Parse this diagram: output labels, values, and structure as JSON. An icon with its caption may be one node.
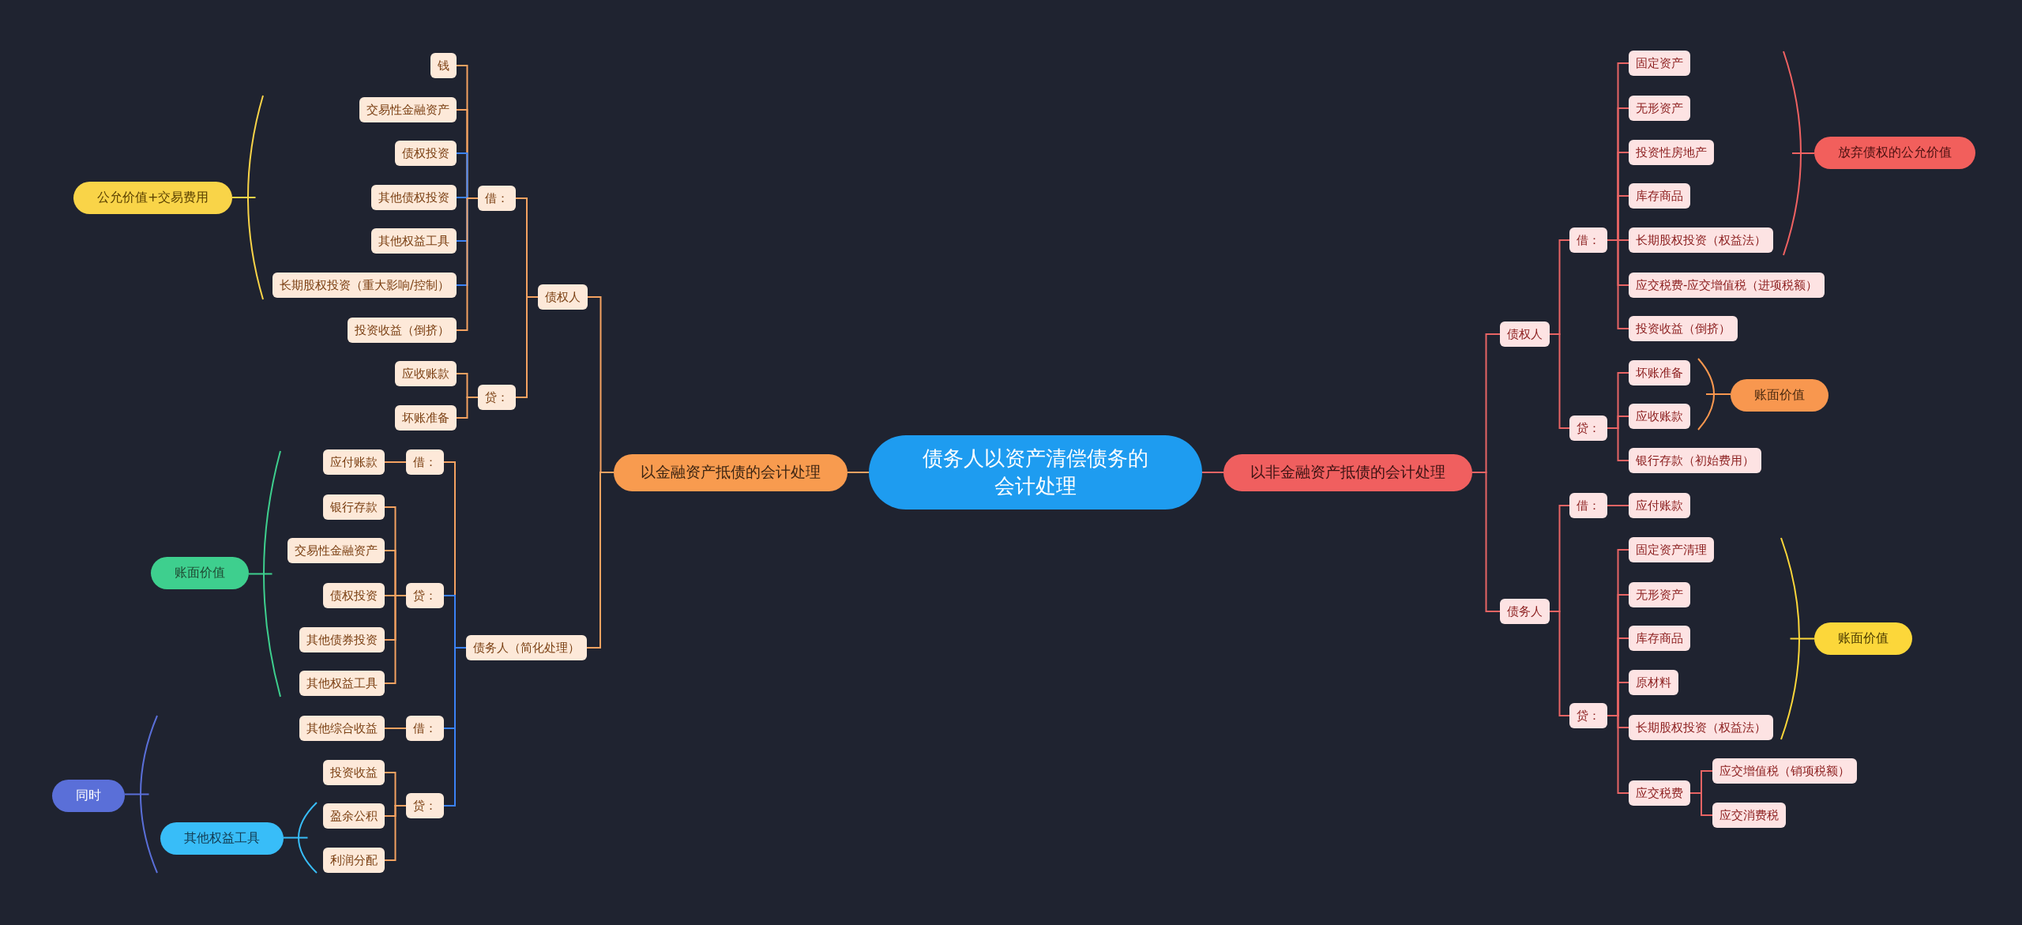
{
  "diagram": {
    "nodes": [
      {
        "text": [
          "债务人以资产清偿债务的会计处理"
        ]
      },
      {
        "text": [
          "以金融资产抵债的会计处理"
        ]
      },
      {
        "text": [
          "以非金融资产抵债的会计处理"
        ]
      },
      {
        "text": [
          "公允价值+交易费用"
        ]
      },
      {
        "text": [
          "钱"
        ]
      },
      {
        "text": [
          "交易性金融资产"
        ]
      },
      {
        "text": [
          "债权投资"
        ]
      },
      {
        "text": [
          "其他债权投资"
        ]
      },
      {
        "text": [
          "其他权益工具"
        ]
      },
      {
        "text": [
          "长期股权投资（重大影响/控制）"
        ]
      },
      {
        "text": [
          "投资收益（倒挤）"
        ]
      },
      {
        "text": [
          "应收账款"
        ]
      },
      {
        "text": [
          "坏账准备"
        ]
      },
      {
        "text": [
          "借："
        ]
      },
      {
        "text": [
          "贷："
        ]
      },
      {
        "text": [
          "债权人"
        ]
      },
      {
        "text": [
          "账面价值"
        ]
      },
      {
        "text": [
          "应付账款"
        ]
      },
      {
        "text": [
          "银行存款"
        ]
      },
      {
        "text": [
          "交易性金融资产"
        ]
      },
      {
        "text": [
          "债权投资"
        ]
      },
      {
        "text": [
          "其他债券投资"
        ]
      },
      {
        "text": [
          "其他权益工具"
        ]
      },
      {
        "text": [
          "其他综合收益"
        ]
      },
      {
        "text": [
          "投资收益"
        ]
      },
      {
        "text": [
          "盈余公积"
        ]
      },
      {
        "text": [
          "利润分配"
        ]
      },
      {
        "text": [
          "借："
        ]
      },
      {
        "text": [
          "贷："
        ]
      },
      {
        "text": [
          "借："
        ]
      },
      {
        "text": [
          "贷："
        ]
      },
      {
        "text": [
          "债务人（简化处理）"
        ]
      },
      {
        "text": [
          "同时"
        ]
      },
      {
        "text": [
          "其他权益工具"
        ]
      },
      {
        "text": [
          "债权人"
        ]
      },
      {
        "text": [
          "借："
        ]
      },
      {
        "text": [
          "贷："
        ]
      },
      {
        "text": [
          "固定资产"
        ]
      },
      {
        "text": [
          "无形资产"
        ]
      },
      {
        "text": [
          "投资性房地产"
        ]
      },
      {
        "text": [
          "库存商品"
        ]
      },
      {
        "text": [
          "长期股权投资（权益法）"
        ]
      },
      {
        "text": [
          "应交税费-应交增值税（进项税额）"
        ]
      },
      {
        "text": [
          "投资收益（倒挤）"
        ]
      },
      {
        "text": [
          "放弃债权的公允价值"
        ]
      },
      {
        "text": [
          "坏账准备"
        ]
      },
      {
        "text": [
          "应收账款"
        ]
      },
      {
        "text": [
          "银行存款（初始费用）"
        ]
      },
      {
        "text": [
          "账面价值"
        ]
      },
      {
        "text": [
          "债务人"
        ]
      },
      {
        "text": [
          "借："
        ]
      },
      {
        "text": [
          "贷："
        ]
      },
      {
        "text": [
          "应付账款"
        ]
      },
      {
        "text": [
          "固定资产清理"
        ]
      },
      {
        "text": [
          "无形资产"
        ]
      },
      {
        "text": [
          "库存商品"
        ]
      },
      {
        "text": [
          "原材料"
        ]
      },
      {
        "text": [
          "长期股权投资（权益法）"
        ]
      },
      {
        "text": [
          "应交税费"
        ]
      },
      {
        "text": [
          "应交增值税（销项税额）"
        ]
      },
      {
        "text": [
          "应交消费税"
        ]
      },
      {
        "text": [
          "账面价值"
        ]
      }
    ],
    "edges": [
      {
        "from": 0,
        "to": 1,
        "arrow": "none",
        "color": "#f4a261"
      },
      {
        "from": 0,
        "to": 2,
        "arrow": "none"
      },
      {
        "from": 1,
        "to": 15,
        "arrow": "none",
        "color": "#f4a261"
      },
      {
        "from": 1,
        "to": 31,
        "arrow": "none",
        "color": "#f4a261"
      },
      {
        "from": 15,
        "to": 13,
        "arrow": "none",
        "color": "#f4a261"
      },
      {
        "from": 15,
        "to": 14,
        "arrow": "none",
        "color": "#f4a261"
      },
      {
        "from": 13,
        "to": 4,
        "arrow": "none",
        "color": "#f4a261"
      },
      {
        "from": 13,
        "to": 5,
        "arrow": "none",
        "color": "#f4a261"
      },
      {
        "from": 13,
        "to": 6,
        "arrow": "none",
        "color": "#3b82f6"
      },
      {
        "from": 13,
        "to": 7,
        "arrow": "none",
        "color": "#3b82f6"
      },
      {
        "from": 13,
        "to": 8,
        "arrow": "none",
        "color": "#3b82f6"
      },
      {
        "from": 13,
        "to": 9,
        "arrow": "none",
        "color": "#3b82f6"
      },
      {
        "from": 13,
        "to": 10,
        "arrow": "none",
        "color": "#f4a261"
      },
      {
        "from": 14,
        "to": 11,
        "arrow": "none",
        "color": "#f4a261"
      },
      {
        "from": 14,
        "to": 12,
        "arrow": "none",
        "color": "#f4a261"
      },
      {
        "from": 31,
        "to": 27,
        "arrow": "none",
        "color": "#f4a261"
      },
      {
        "from": 31,
        "to": 28,
        "arrow": "none",
        "color": "#3b82f6"
      },
      {
        "from": 31,
        "to": 29,
        "arrow": "none",
        "color": "#3b82f6"
      },
      {
        "from": 31,
        "to": 30,
        "arrow": "none",
        "color": "#3b82f6"
      },
      {
        "from": 27,
        "to": 17,
        "arrow": "none",
        "color": "#f4a261"
      },
      {
        "from": 28,
        "to": 18,
        "arrow": "none",
        "color": "#f4a261"
      },
      {
        "from": 28,
        "to": 19,
        "arrow": "none",
        "color": "#f4a261"
      },
      {
        "from": 28,
        "to": 20,
        "arrow": "none",
        "color": "#f4a261"
      },
      {
        "from": 28,
        "to": 21,
        "arrow": "none",
        "color": "#f4a261"
      },
      {
        "from": 28,
        "to": 22,
        "arrow": "none",
        "color": "#f4a261"
      },
      {
        "from": 29,
        "to": 23,
        "arrow": "none",
        "color": "#f4a261"
      },
      {
        "from": 30,
        "to": 24,
        "arrow": "none",
        "color": "#f4a261"
      },
      {
        "from": 30,
        "to": 25,
        "arrow": "none",
        "color": "#f4a261"
      },
      {
        "from": 30,
        "to": 26,
        "arrow": "none",
        "color": "#f4a261"
      },
      {
        "from": 2,
        "to": 34,
        "arrow": "none"
      },
      {
        "from": 2,
        "to": 49,
        "arrow": "none"
      },
      {
        "from": 34,
        "to": 35,
        "arrow": "none"
      },
      {
        "from": 34,
        "to": 36,
        "arrow": "none"
      },
      {
        "from": 35,
        "to": 37,
        "arrow": "none"
      },
      {
        "from": 35,
        "to": 38,
        "arrow": "none"
      },
      {
        "from": 35,
        "to": 39,
        "arrow": "none"
      },
      {
        "from": 35,
        "to": 40,
        "arrow": "none"
      },
      {
        "from": 35,
        "to": 41,
        "arrow": "none"
      },
      {
        "from": 35,
        "to": 42,
        "arrow": "none"
      },
      {
        "from": 35,
        "to": 43,
        "arrow": "none"
      },
      {
        "from": 36,
        "to": 45,
        "arrow": "none"
      },
      {
        "from": 36,
        "to": 46,
        "arrow": "none"
      },
      {
        "from": 36,
        "to": 47,
        "arrow": "none"
      },
      {
        "from": 49,
        "to": 50,
        "arrow": "none"
      },
      {
        "from": 49,
        "to": 51,
        "arrow": "none"
      },
      {
        "from": 50,
        "to": 52,
        "arrow": "none"
      },
      {
        "from": 51,
        "to": 53,
        "arrow": "none"
      },
      {
        "from": 51,
        "to": 54,
        "arrow": "none"
      },
      {
        "from": 51,
        "to": 55,
        "arrow": "none"
      },
      {
        "from": 51,
        "to": 56,
        "arrow": "none"
      },
      {
        "from": 51,
        "to": 57,
        "arrow": "none"
      },
      {
        "from": 51,
        "to": 58,
        "arrow": "none"
      },
      {
        "from": 58,
        "to": 59,
        "arrow": "none"
      },
      {
        "from": 58,
        "to": 60,
        "arrow": "none"
      }
    ]
  }
}
